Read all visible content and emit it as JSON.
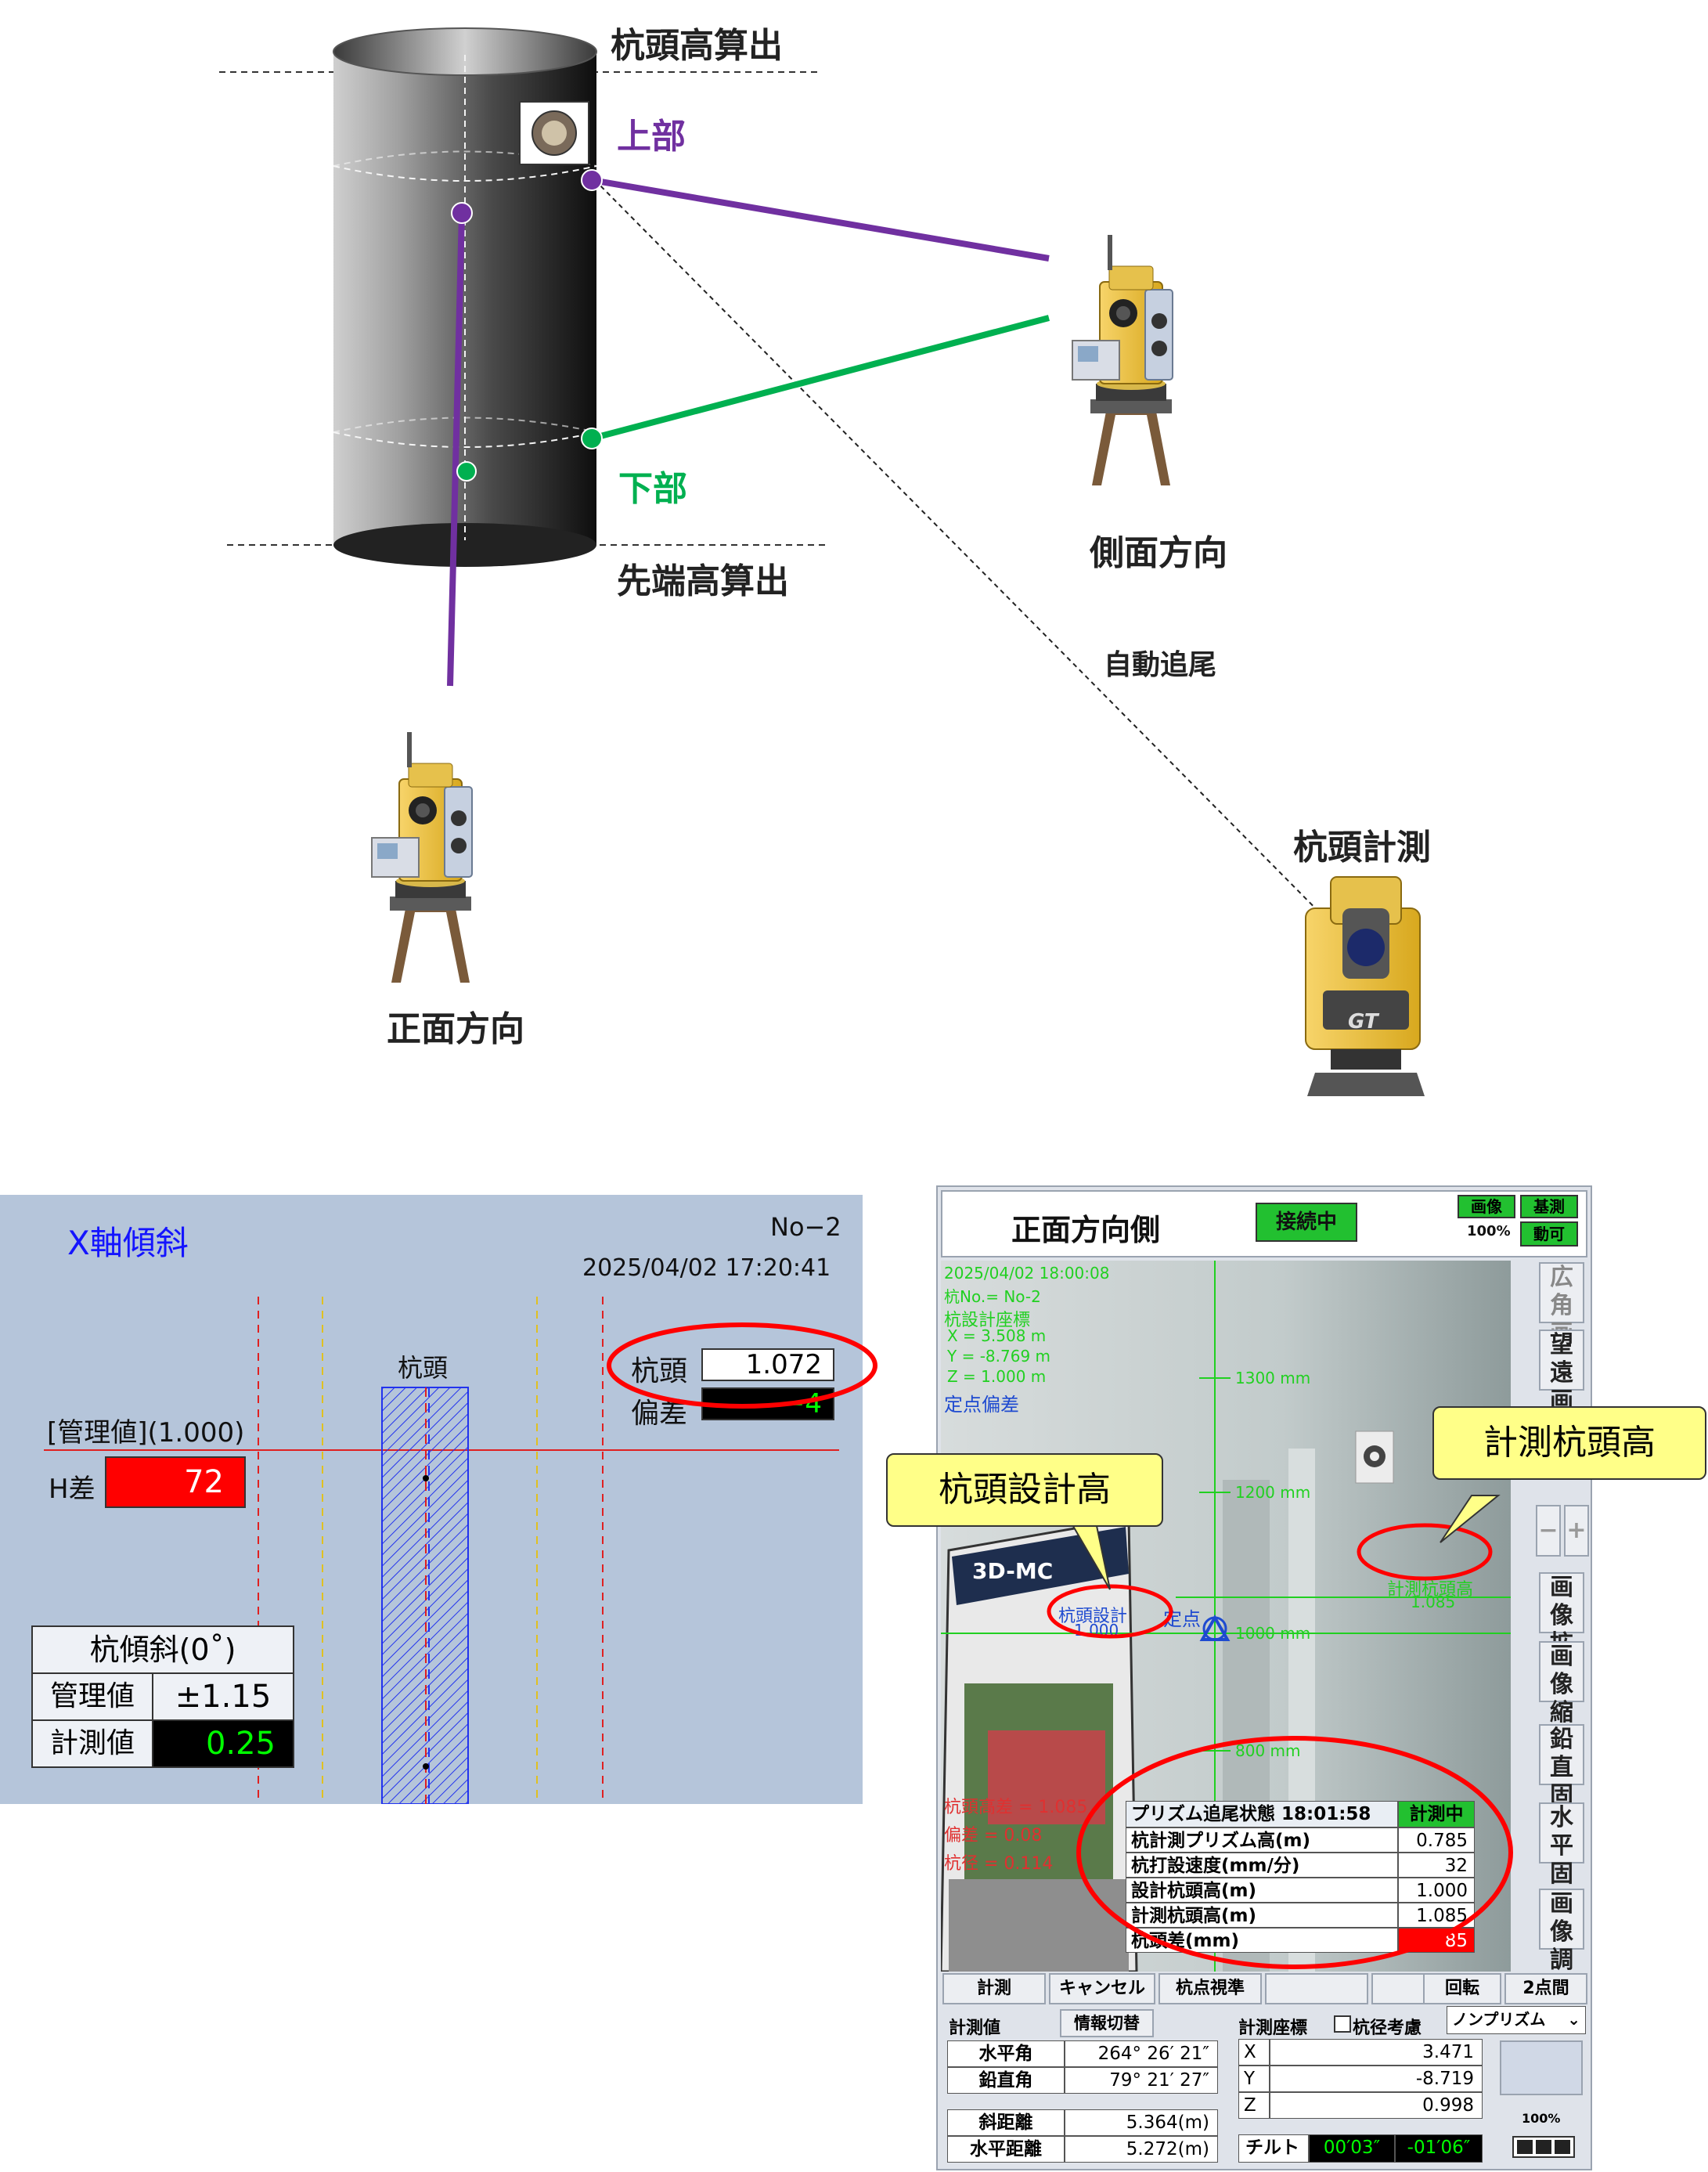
{
  "diagram": {
    "top_label": "杭頭高算出",
    "bottom_label": "先端高算出",
    "upper_label": "上部",
    "lower_label": "下部",
    "side_label": "側面方向",
    "front_label": "正面方向",
    "auto_track_label": "自動追尾",
    "pile_head_measure_label": "杭頭計測",
    "gt_badge": "GT",
    "colors": {
      "upper": "#7030a0",
      "lower": "#00b050"
    }
  },
  "left_panel": {
    "title": "X軸傾斜",
    "number": "No−2",
    "datetime": "2025/04/02 17:20:41",
    "pile_label": "杭頭",
    "pile_head_label": "杭頭",
    "pile_head_value": "1.072",
    "deviation_label": "偏差",
    "deviation_value": "−4",
    "mgmt_label": "[管理値](1.000)",
    "h_diff_label": "H差",
    "h_diff_value": "72",
    "tilt_title": "杭傾斜(0˚)",
    "tilt_mgmt_label": "管理値",
    "tilt_mgmt_value": "±1.15",
    "tilt_meas_label": "計測値",
    "tilt_meas_value": "0.25"
  },
  "right_panel": {
    "title": "正面方向側",
    "status": "接続中",
    "btn_image": "画像",
    "btn_baseline": "基測",
    "zoom_pct": "100%",
    "btn_move": "動可",
    "camera": {
      "dt": "2025/04/02 18:00:08",
      "no": "杭No.= No-2",
      "coord_title": "杭設計座標",
      "x": "X = 3.508 m",
      "y": "Y = -8.769 m",
      "z": "Z = 1.000 m",
      "fixed_dev": "定点偏差",
      "scale_1": "1300 mm",
      "scale_2": "1200 mm",
      "scale_3": "1000 mm",
      "scale_4": "800 mm",
      "head_design": "杭頭設計",
      "head_design_val": "1.000",
      "head_meas": "計測杭頭高",
      "head_meas_val": "1.085",
      "fixed_point": "定点",
      "ov_head_diff": "杭頭高差 = 1.085",
      "ov_dev": "偏差 = 0.08",
      "ov_dia": "杭径 = 0.114",
      "poster_text": "3D-MC"
    },
    "callout_design": "杭頭設計高",
    "callout_meas": "計測杭頭高",
    "side_buttons": [
      {
        "l1": "広角",
        "l2": "画像"
      },
      {
        "l1": "望遠",
        "l2": "画像"
      },
      {
        "l1": "画像",
        "l2": "拡大"
      },
      {
        "l1": "画像",
        "l2": "縮小"
      },
      {
        "l1": "鉛直",
        "l2": "固定"
      },
      {
        "l1": "水平",
        "l2": "固定"
      },
      {
        "l1": "画像",
        "l2": "調整"
      }
    ],
    "minus": "−",
    "plus": "+",
    "table": {
      "header": "プリズム追尾状態 18:01:58",
      "header_status": "計測中",
      "rows": [
        {
          "label": "杭計測プリズム高(m)",
          "value": "0.785"
        },
        {
          "label": "杭打設速度(mm/分)",
          "value": "32"
        },
        {
          "label": "設計杭頭高(m)",
          "value": "1.000"
        },
        {
          "label": "計測杭頭高(m)",
          "value": "1.085"
        },
        {
          "label": "杭頭差(mm)",
          "value": "85"
        }
      ]
    },
    "bottom_buttons": [
      "計測",
      "キャンセル",
      "杭点視準",
      "",
      "",
      "回転",
      "2点間"
    ],
    "meas_label": "計測値",
    "info_switch": "情報切替",
    "meas_coord": "計測座標",
    "pile_dia_consider": "杭径考慮",
    "non_prism": "ノンプリズム",
    "h_angle_label": "水平角",
    "h_angle": "264° 26′ 21″",
    "v_angle_label": "鉛直角",
    "v_angle": "79° 21′ 27″",
    "slope_label": "斜距離",
    "slope": "5.364(m)",
    "hdist_label": "水平距離",
    "hdist": "5.272(m)",
    "X_label": "X",
    "X": "3.471",
    "Y_label": "Y",
    "Y": "-8.719",
    "Z_label": "Z",
    "Z": "0.998",
    "tilt_label": "チルト",
    "tilt1": "00′03″",
    "tilt2": "-01′06″",
    "battery_pct": "100%"
  }
}
